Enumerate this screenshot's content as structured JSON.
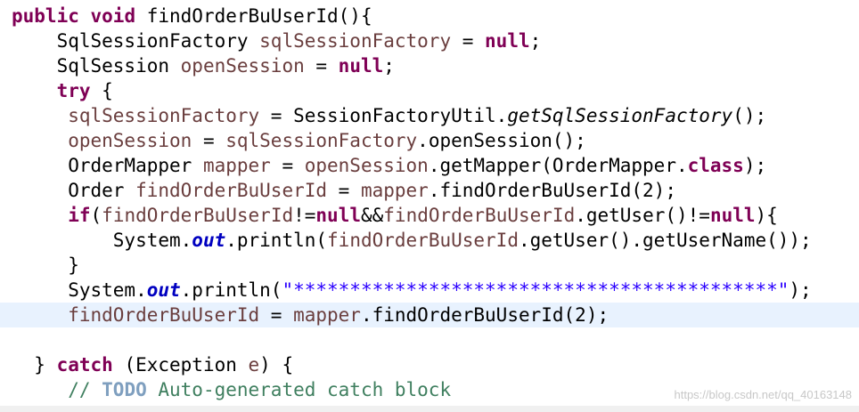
{
  "lines": [
    {
      "tokens": [
        {
          "t": "public",
          "c": "kw"
        },
        {
          "t": " "
        },
        {
          "t": "void",
          "c": "kw"
        },
        {
          "t": " findOrderBuUserId(){"
        }
      ]
    },
    {
      "tokens": [
        {
          "t": "    SqlSessionFactory "
        },
        {
          "t": "sqlSessionFactory",
          "c": "fld"
        },
        {
          "t": " = "
        },
        {
          "t": "null",
          "c": "kw"
        },
        {
          "t": ";"
        }
      ]
    },
    {
      "tokens": [
        {
          "t": "    SqlSession "
        },
        {
          "t": "openSession",
          "c": "fld"
        },
        {
          "t": " = "
        },
        {
          "t": "null",
          "c": "kw"
        },
        {
          "t": ";"
        }
      ]
    },
    {
      "tokens": [
        {
          "t": "    "
        },
        {
          "t": "try",
          "c": "kw"
        },
        {
          "t": " {"
        }
      ]
    },
    {
      "tokens": [
        {
          "t": "     "
        },
        {
          "t": "sqlSessionFactory",
          "c": "fld"
        },
        {
          "t": " = SessionFactoryUtil."
        },
        {
          "t": "getSqlSessionFactory",
          "c": "smeth"
        },
        {
          "t": "();"
        }
      ]
    },
    {
      "tokens": [
        {
          "t": "     "
        },
        {
          "t": "openSession",
          "c": "fld"
        },
        {
          "t": " = "
        },
        {
          "t": "sqlSessionFactory",
          "c": "fld"
        },
        {
          "t": ".openSession();"
        }
      ]
    },
    {
      "tokens": [
        {
          "t": "     OrderMapper "
        },
        {
          "t": "mapper",
          "c": "fld"
        },
        {
          "t": " = "
        },
        {
          "t": "openSession",
          "c": "fld"
        },
        {
          "t": ".getMapper(OrderMapper."
        },
        {
          "t": "class",
          "c": "kw"
        },
        {
          "t": ");"
        }
      ]
    },
    {
      "tokens": [
        {
          "t": "     Order "
        },
        {
          "t": "findOrderBuUserId",
          "c": "fld"
        },
        {
          "t": " = "
        },
        {
          "t": "mapper",
          "c": "fld"
        },
        {
          "t": ".findOrderBuUserId(2);"
        }
      ]
    },
    {
      "tokens": [
        {
          "t": "     "
        },
        {
          "t": "if",
          "c": "kw"
        },
        {
          "t": "("
        },
        {
          "t": "findOrderBuUserId",
          "c": "fld"
        },
        {
          "t": "!="
        },
        {
          "t": "null",
          "c": "kw"
        },
        {
          "t": "&&"
        },
        {
          "t": "findOrderBuUserId",
          "c": "fld"
        },
        {
          "t": ".getUser()!="
        },
        {
          "t": "null",
          "c": "kw"
        },
        {
          "t": "){"
        }
      ]
    },
    {
      "tokens": [
        {
          "t": "         System."
        },
        {
          "t": "out",
          "c": "sfld"
        },
        {
          "t": ".println("
        },
        {
          "t": "findOrderBuUserId",
          "c": "fld"
        },
        {
          "t": ".getUser().getUserName());"
        }
      ]
    },
    {
      "tokens": [
        {
          "t": "     }"
        }
      ]
    },
    {
      "tokens": [
        {
          "t": "     System."
        },
        {
          "t": "out",
          "c": "sfld"
        },
        {
          "t": ".println("
        },
        {
          "t": "\"*******************************************\"",
          "c": "str"
        },
        {
          "t": ");"
        }
      ]
    },
    {
      "current": true,
      "tokens": [
        {
          "t": "     "
        },
        {
          "t": "findOrderBuUserId",
          "c": "fld"
        },
        {
          "t": " = "
        },
        {
          "t": "mapper",
          "c": "fld"
        },
        {
          "t": ".findOrderBuUserId(2);"
        }
      ]
    },
    {
      "tokens": [
        {
          "t": ""
        }
      ]
    },
    {
      "tokens": [
        {
          "t": "  } "
        },
        {
          "t": "catch",
          "c": "kw"
        },
        {
          "t": " (Exception "
        },
        {
          "t": "e",
          "c": "fld"
        },
        {
          "t": ") {"
        }
      ]
    },
    {
      "tokens": [
        {
          "t": "     "
        },
        {
          "t": "// ",
          "c": "cmt"
        },
        {
          "t": "TODO",
          "c": "task"
        },
        {
          "t": " Auto-generated catch block",
          "c": "cmt"
        }
      ]
    }
  ],
  "watermark": "https://blog.csdn.net/qq_40163148"
}
